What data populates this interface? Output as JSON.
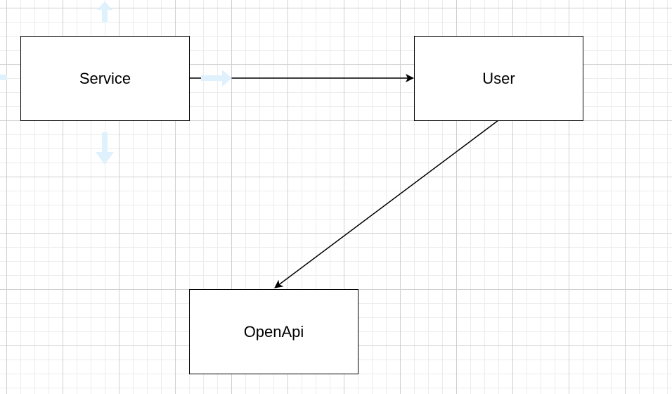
{
  "nodes": {
    "service": {
      "label": "Service"
    },
    "user": {
      "label": "User"
    },
    "openapi": {
      "label": "OpenApi"
    }
  },
  "edges": [
    {
      "from": "Service",
      "to": "User"
    },
    {
      "from": "User",
      "to": "OpenApi"
    }
  ],
  "connection_hints": [
    "arrow-up-icon",
    "arrow-right-icon",
    "arrow-down-icon",
    "arrow-left-icon"
  ],
  "colors": {
    "grid_major": "#d0d0d0",
    "grid_minor": "#ececec",
    "stroke": "#000000",
    "hint_arrow": "#dff1fd"
  }
}
